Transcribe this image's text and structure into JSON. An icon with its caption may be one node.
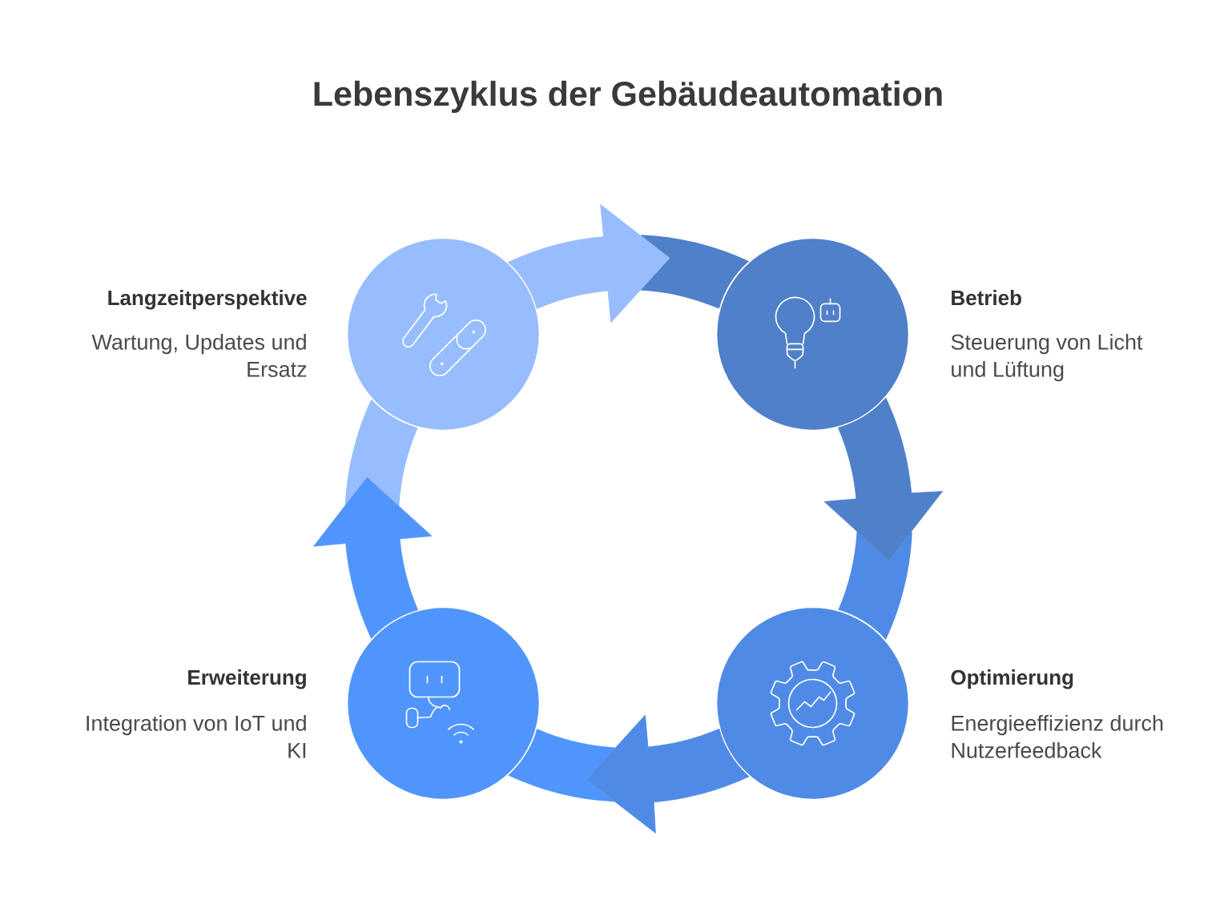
{
  "diagram": {
    "title": "Lebenszyklus der Gebäudeautomation",
    "nodes": [
      {
        "text": [
          "Langzeitperspektive",
          "Wartung, Updates und Ersatz"
        ]
      },
      {
        "text": [
          "Betrieb",
          "Steuerung von Licht und Lüftung"
        ]
      },
      {
        "text": [
          "Erweiterung",
          "Integration von IoT und KI"
        ]
      },
      {
        "text": [
          "Optimierung",
          "Energieeffizienz durch Nutzerfeedback"
        ]
      }
    ],
    "edges": [
      {
        "from": 0,
        "to": 1,
        "arrow": "to",
        "color": "#97bdfe"
      },
      {
        "from": 1,
        "to": 3,
        "arrow": "to",
        "color": "#4f80c9"
      },
      {
        "from": 3,
        "to": 2,
        "arrow": "to",
        "color": "#4f8be6"
      },
      {
        "from": 2,
        "to": 0,
        "arrow": "to",
        "color": "#5095fd"
      }
    ]
  }
}
